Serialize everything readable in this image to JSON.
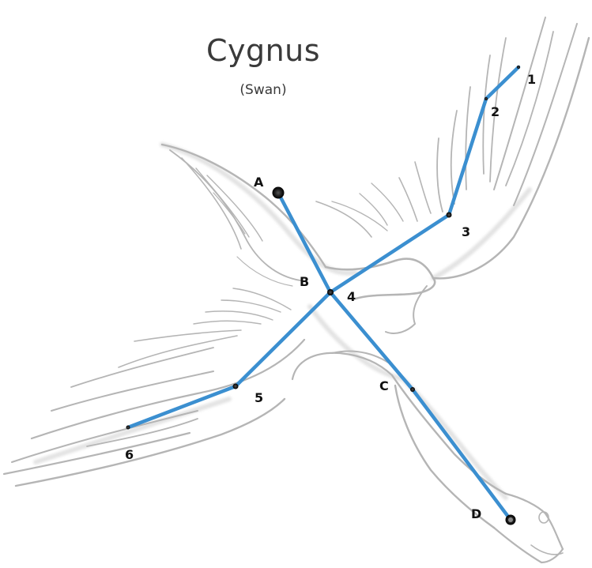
{
  "title": "Cygnus",
  "subtitle": "(Swan)",
  "colors": {
    "line": "#3b8fd0",
    "star": "#222222",
    "outline": "#b5b5b5"
  },
  "star_labels": {
    "A": "A",
    "B": "B",
    "C": "C",
    "D": "D",
    "n1": "1",
    "n2": "2",
    "n3": "3",
    "n4": "4",
    "n5": "5",
    "n6": "6"
  }
}
